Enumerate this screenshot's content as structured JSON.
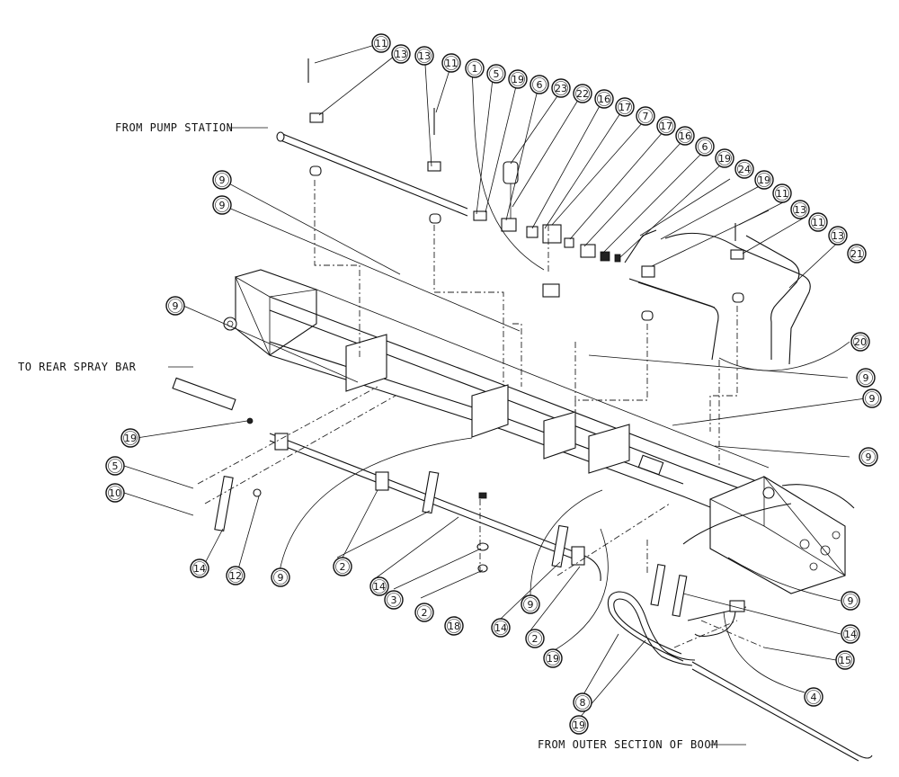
{
  "callouts": {
    "from_pump_station": "FROM PUMP STATION",
    "to_rear_spray_bar": "TO REAR SPRAY BAR",
    "from_outer_section": "FROM OUTER SECTION OF BOOM"
  },
  "part_numbers": [
    "11",
    "13",
    "13",
    "11",
    "1",
    "5",
    "19",
    "6",
    "23",
    "22",
    "16",
    "17",
    "7",
    "17",
    "16",
    "6",
    "19",
    "24",
    "19",
    "11",
    "13",
    "11",
    "13",
    "21",
    "9",
    "9",
    "9",
    "20",
    "9",
    "9",
    "9",
    "19",
    "5",
    "10",
    "14",
    "12",
    "9",
    "2",
    "14",
    "3",
    "2",
    "18",
    "9",
    "14",
    "2",
    "19",
    "9",
    "14",
    "15",
    "4",
    "8",
    "19"
  ]
}
